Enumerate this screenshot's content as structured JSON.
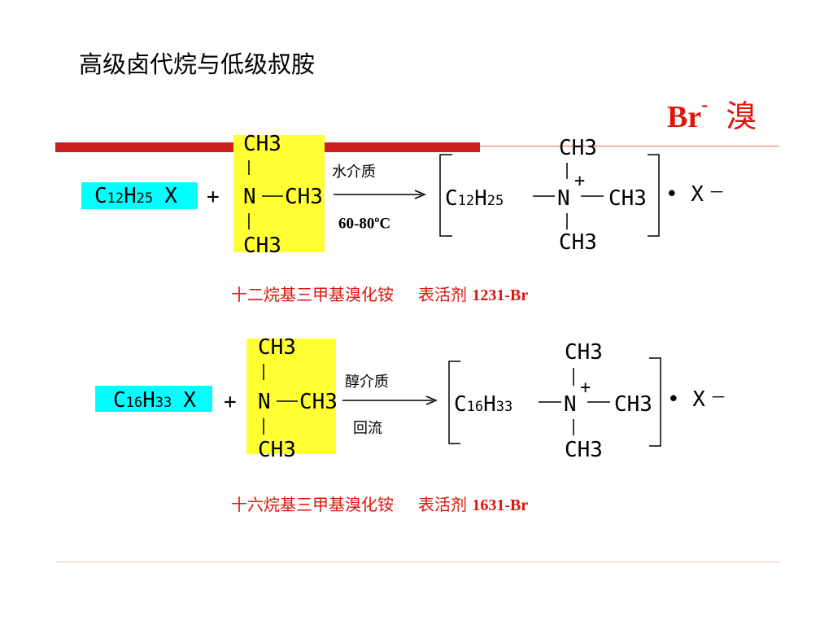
{
  "slide": {
    "title": "高级卤代烷与低级叔胺",
    "bromide_note": {
      "symbol": "Br",
      "charge": "-",
      "chinese": "溴"
    }
  },
  "reaction1": {
    "haloalkane": {
      "c": "C",
      "c_sub": "12",
      "h": "H",
      "h_sub": "25",
      "x": "X"
    },
    "plus": "+",
    "amine": {
      "top": "CH3",
      "n": "N",
      "right": "CH3",
      "bottom": "CH3"
    },
    "condition_top": "水介质",
    "condition_bottom": "60-80",
    "condition_bottom_sup": "o",
    "condition_bottom_unit": "C",
    "product": {
      "c": "C",
      "c_sub": "12",
      "h": "H",
      "h_sub": "25",
      "top": "CH3",
      "n": "N",
      "charge": "+",
      "right": "CH3",
      "bottom": "CH3",
      "anion": "• X",
      "anion_charge": "－"
    },
    "caption_name": "十二烷基三甲基溴化铵",
    "caption_agent": "表活剂",
    "caption_code": "1231-Br"
  },
  "reaction2": {
    "haloalkane": {
      "c": "C",
      "c_sub": "16",
      "h": "H",
      "h_sub": "33",
      "x": "X"
    },
    "plus": "+",
    "amine": {
      "top": "CH3",
      "n": "N",
      "right": "CH3",
      "bottom": "CH3"
    },
    "condition_top": "醇介质",
    "condition_bottom": "回流",
    "product": {
      "c": "C",
      "c_sub": "16",
      "h": "H",
      "h_sub": "33",
      "top": "CH3",
      "n": "N",
      "charge": "+",
      "right": "CH3",
      "bottom": "CH3",
      "anion": "• X",
      "anion_charge": "－"
    },
    "caption_name": "十六烷基三甲基溴化铵",
    "caption_agent": "表活剂",
    "caption_code": "1631-Br"
  },
  "colors": {
    "accent_red": "#e0140a",
    "bar_red": "#cc1f1f",
    "highlight_cyan": "#00ffff",
    "highlight_yellow": "#ffff33"
  }
}
